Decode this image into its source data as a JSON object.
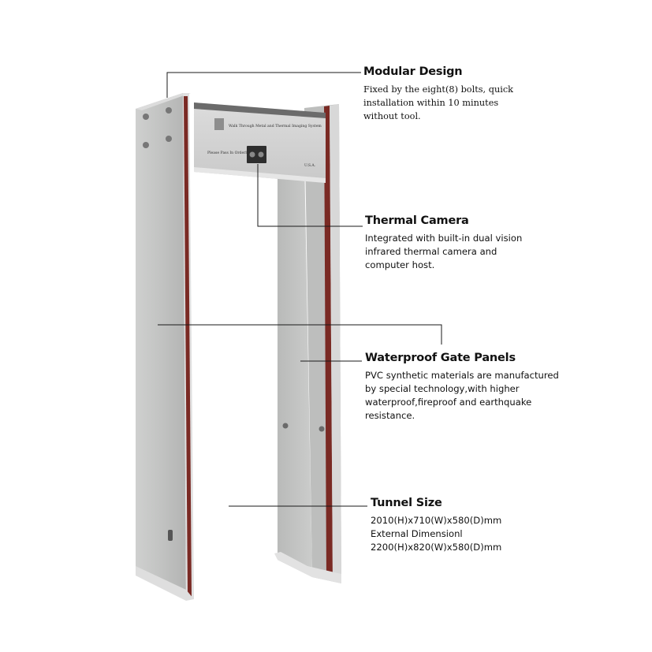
{
  "product_label": {
    "title": "Walk Through Metal and Thermal Imaging System",
    "instruction": "Please Pass In Orderly",
    "code": "U.S.A."
  },
  "callouts": {
    "modular": {
      "title": "Modular Design",
      "lines": [
        "Fixed by the eight(8) bolts, quick",
        "installation within 10 minutes",
        "without tool."
      ]
    },
    "thermal": {
      "title": "Thermal Camera",
      "lines": [
        "Integrated with built-in dual vision",
        "infrared thermal camera and",
        "computer host."
      ]
    },
    "panels": {
      "title": "Waterproof Gate Panels",
      "lines": [
        "PVC synthetic materials are manufactured",
        "by special technology,with higher",
        "waterproof,fireproof and earthquake",
        "resistance."
      ]
    },
    "tunnel": {
      "title": "Tunnel Size",
      "lines": [
        "2010(H)x710(W)x580(D)mm",
        "External Dimensionl",
        "2200(H)x820(W)x580(D)mm"
      ]
    }
  }
}
